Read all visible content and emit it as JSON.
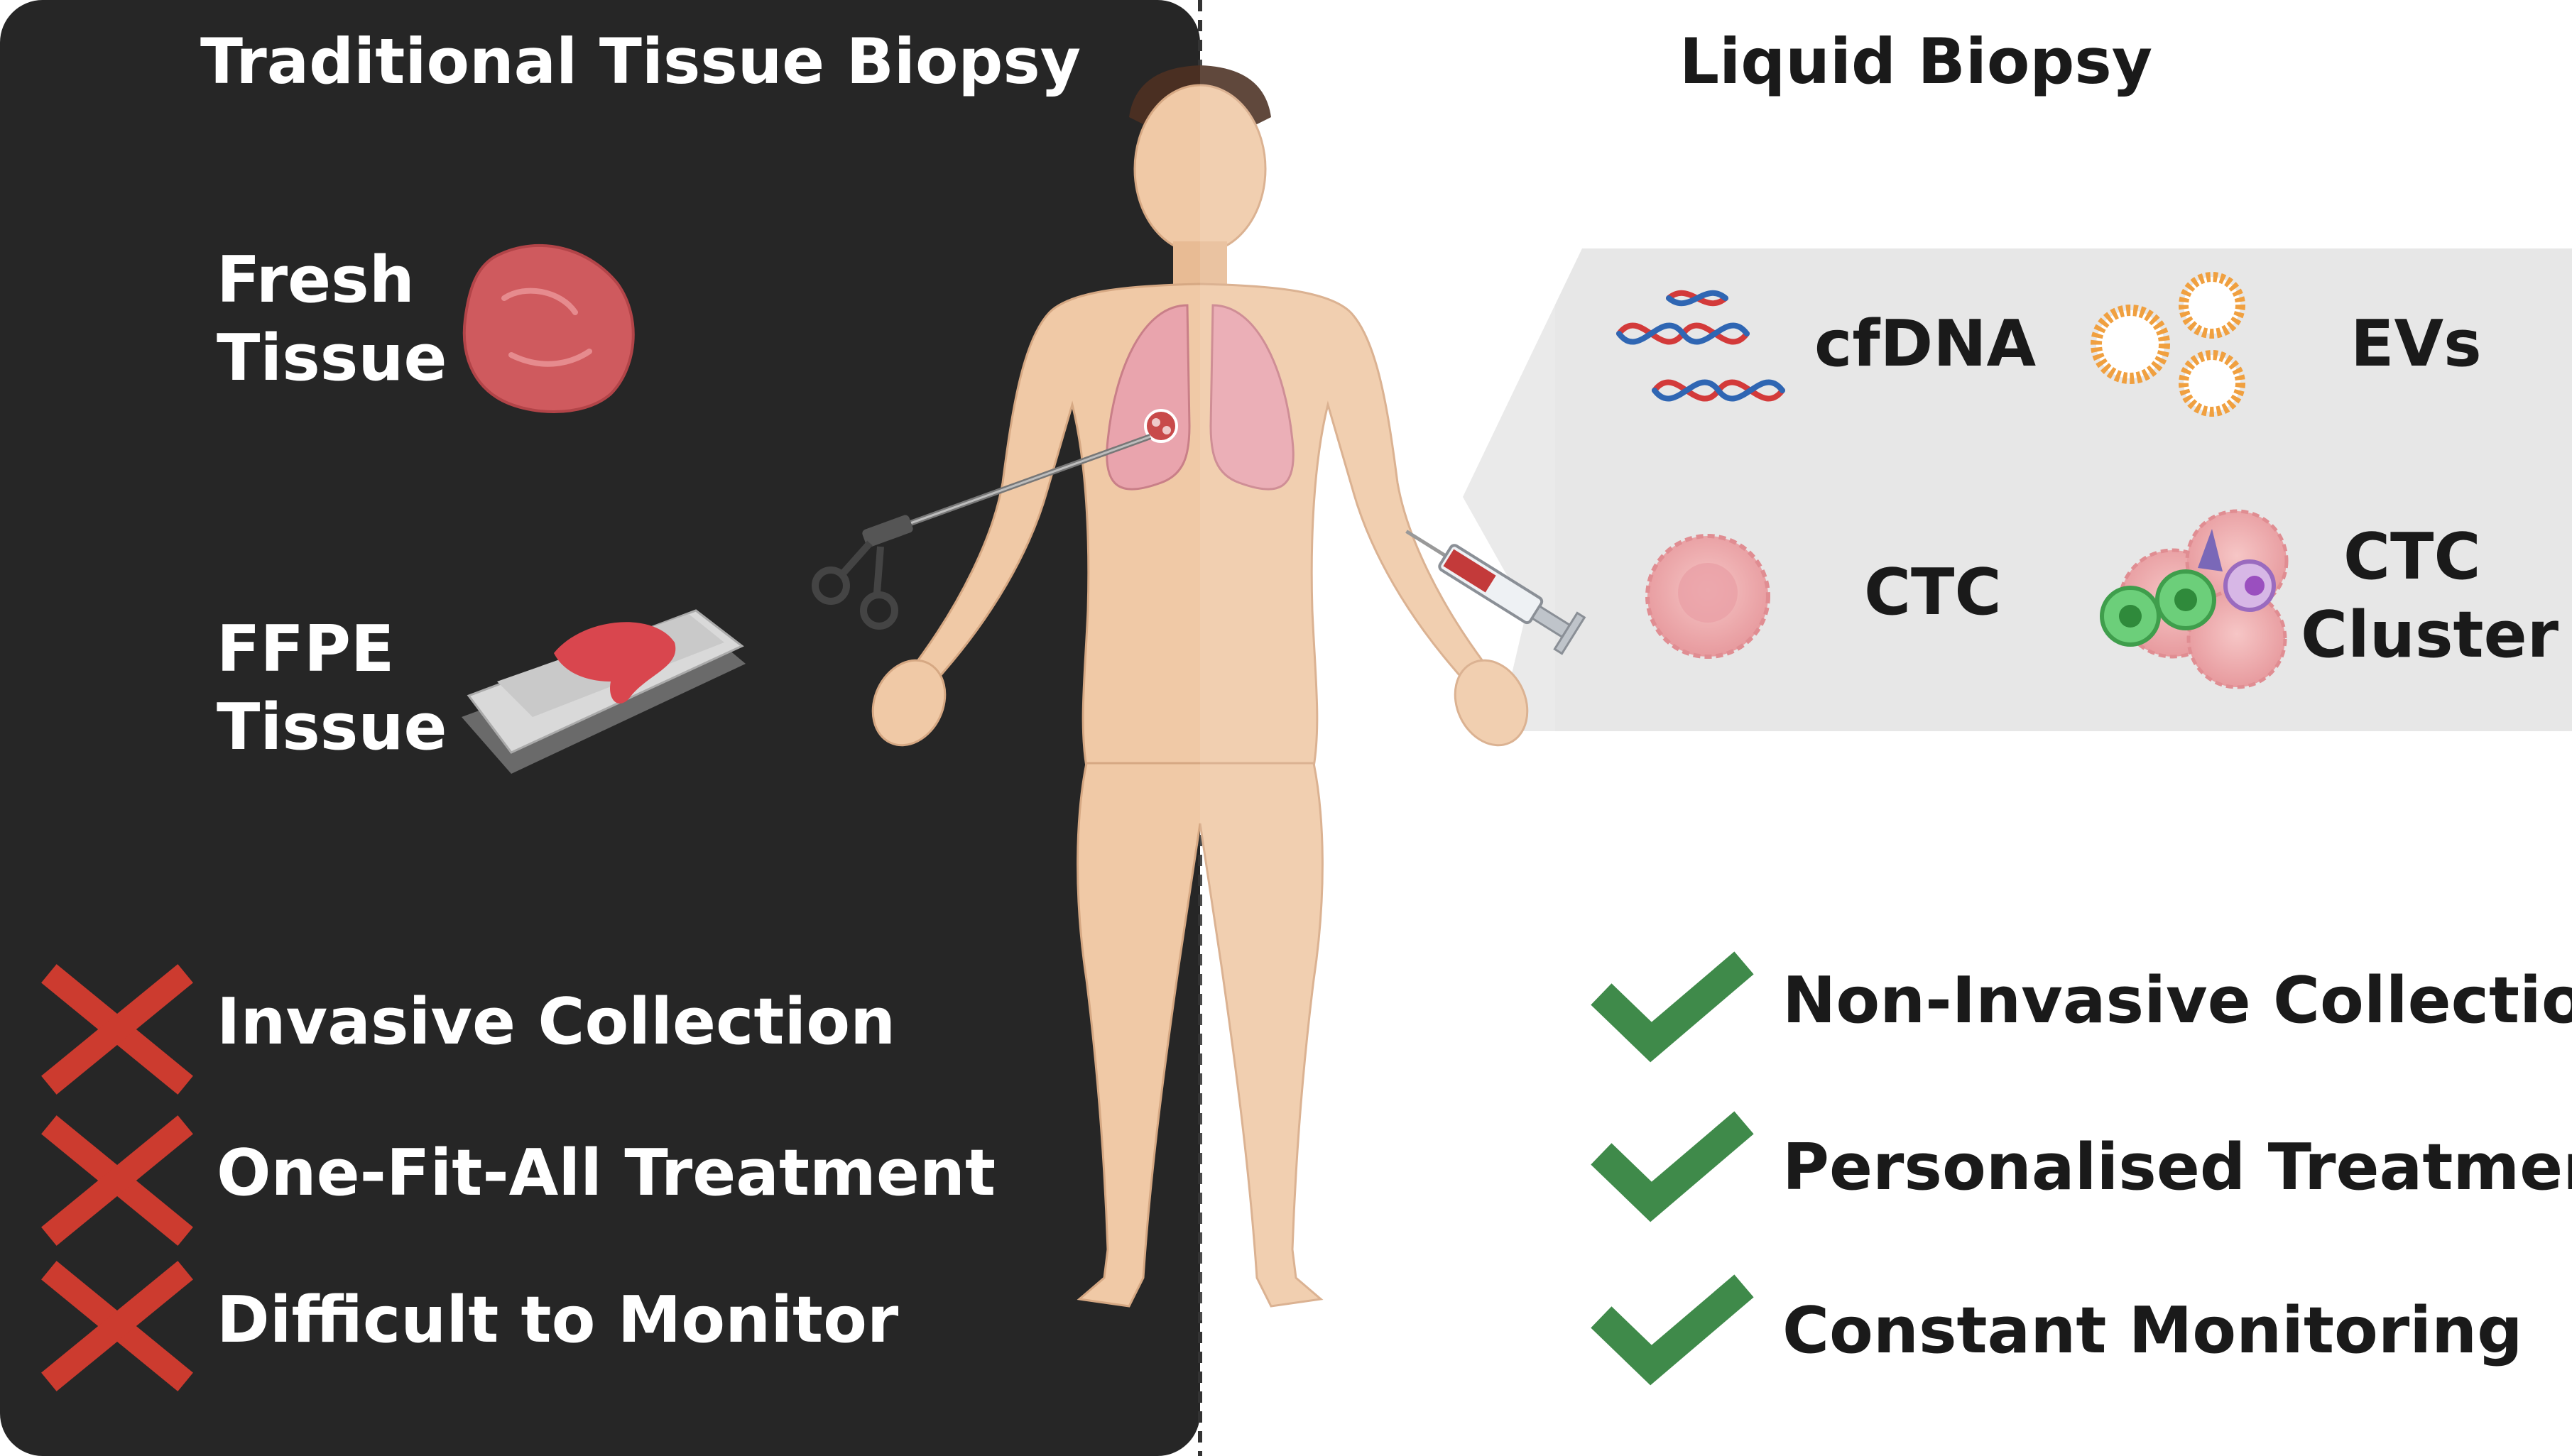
{
  "left_panel": {
    "title": "Traditional Tissue Biopsy",
    "fresh_tissue": {
      "line1": "Fresh",
      "line2": "Tissue"
    },
    "ffpe_tissue": {
      "line1": "FFPE",
      "line2": "Tissue"
    },
    "drawbacks": [
      {
        "text": "Invasive Collection",
        "icon": "cross-icon"
      },
      {
        "text": "One-Fit-All Treatment",
        "icon": "cross-icon"
      },
      {
        "text": "Difficult to Monitor",
        "icon": "cross-icon"
      }
    ]
  },
  "right_panel": {
    "title": "Liquid Biopsy",
    "analytes": {
      "cfdna": "cfDNA",
      "evs": "EVs",
      "ctc": "CTC",
      "ctc_cluster": {
        "line1": "CTC",
        "line2": "Cluster"
      }
    },
    "benefits": [
      {
        "text": "Non-Invasive Collection",
        "icon": "check-icon"
      },
      {
        "text": "Personalised Treatment",
        "icon": "check-icon"
      },
      {
        "text": "Constant Monitoring",
        "icon": "check-icon"
      }
    ]
  },
  "colors": {
    "dark_panel": "#262626",
    "analyte_panel": "#e7e7e7",
    "cross": "#cc3b2f",
    "check": "#3f8a4a",
    "skin": "#f0c9a6",
    "lung": "#e9a4ad",
    "tissue": "#cf5a5e"
  }
}
